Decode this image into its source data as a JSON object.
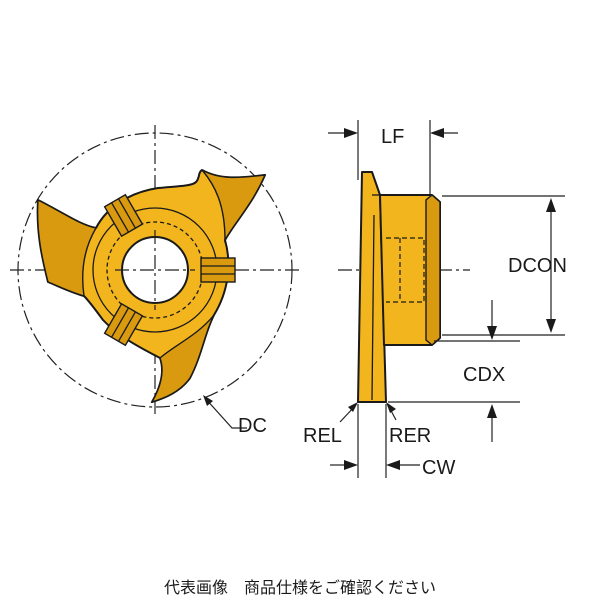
{
  "labels": {
    "lf": "LF",
    "dcon": "DCON",
    "cdx": "CDX",
    "dc": "DC",
    "rel": "REL",
    "rer": "RER",
    "cw": "CW"
  },
  "caption": "代表画像　商品仕様をご確認ください",
  "colors": {
    "carbide": "#f2b51d",
    "carbide_shade": "#d99a10",
    "outline": "#1a1a1a"
  }
}
